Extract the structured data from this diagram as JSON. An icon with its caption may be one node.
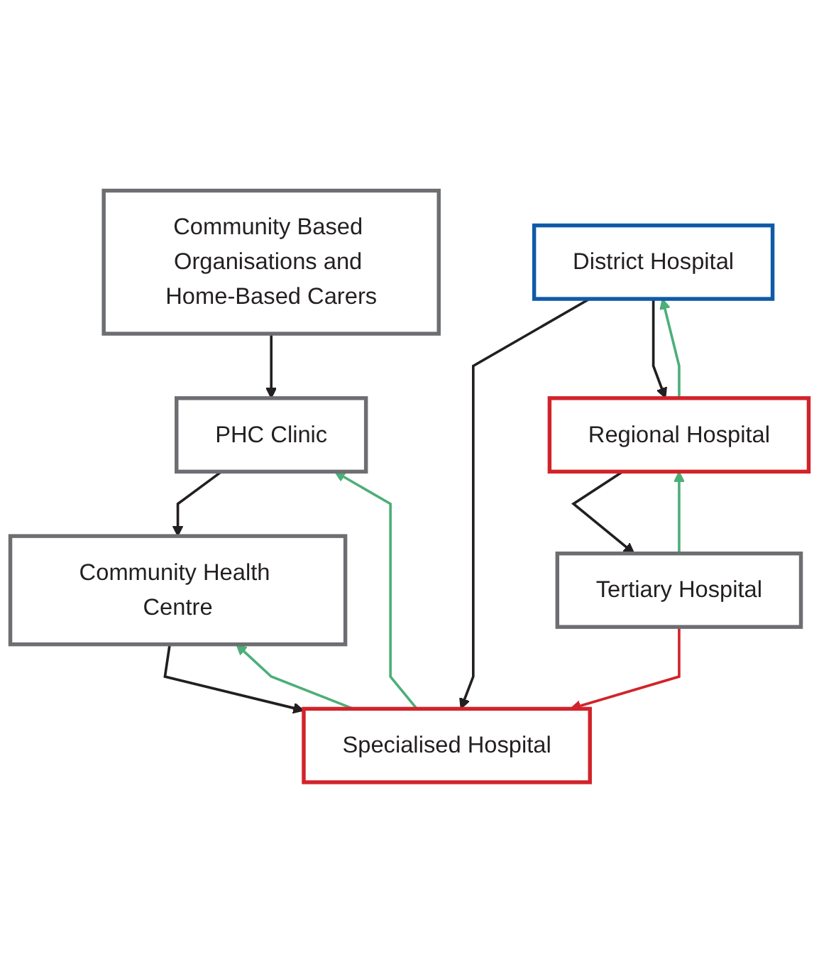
{
  "diagram": {
    "nodes": [
      {
        "text": [
          "Community Based Organisations and Home-Based Carers"
        ]
      },
      {
        "text": [
          "PHC Clinic"
        ]
      },
      {
        "text": [
          "Community Health Centre"
        ]
      },
      {
        "text": [
          "Specialised Hospital"
        ]
      },
      {
        "text": [
          "District Hospital"
        ]
      },
      {
        "text": [
          "Regional Hospital"
        ]
      },
      {
        "text": [
          "Tertiary Hospital"
        ]
      }
    ],
    "edges": [
      {
        "from": 0,
        "to": 1,
        "arrow": "to"
      },
      {
        "from": 1,
        "to": 2,
        "arrow": "to"
      },
      {
        "from": 2,
        "to": 3,
        "arrow": "to"
      },
      {
        "from": 4,
        "to": 3,
        "arrow": "to"
      },
      {
        "from": 4,
        "to": 5,
        "arrow": "to"
      },
      {
        "from": 5,
        "to": 6,
        "arrow": "to"
      },
      {
        "from": 3,
        "to": 1,
        "arrow": "to",
        "color": "#4caf78"
      },
      {
        "from": 3,
        "to": 2,
        "arrow": "to",
        "color": "#4caf78"
      },
      {
        "from": 5,
        "to": 4,
        "arrow": "to",
        "color": "#4caf78"
      },
      {
        "from": 6,
        "to": 5,
        "arrow": "to",
        "color": "#4caf78"
      },
      {
        "from": 6,
        "to": 3,
        "arrow": "to",
        "color": "#d2232a"
      }
    ]
  }
}
